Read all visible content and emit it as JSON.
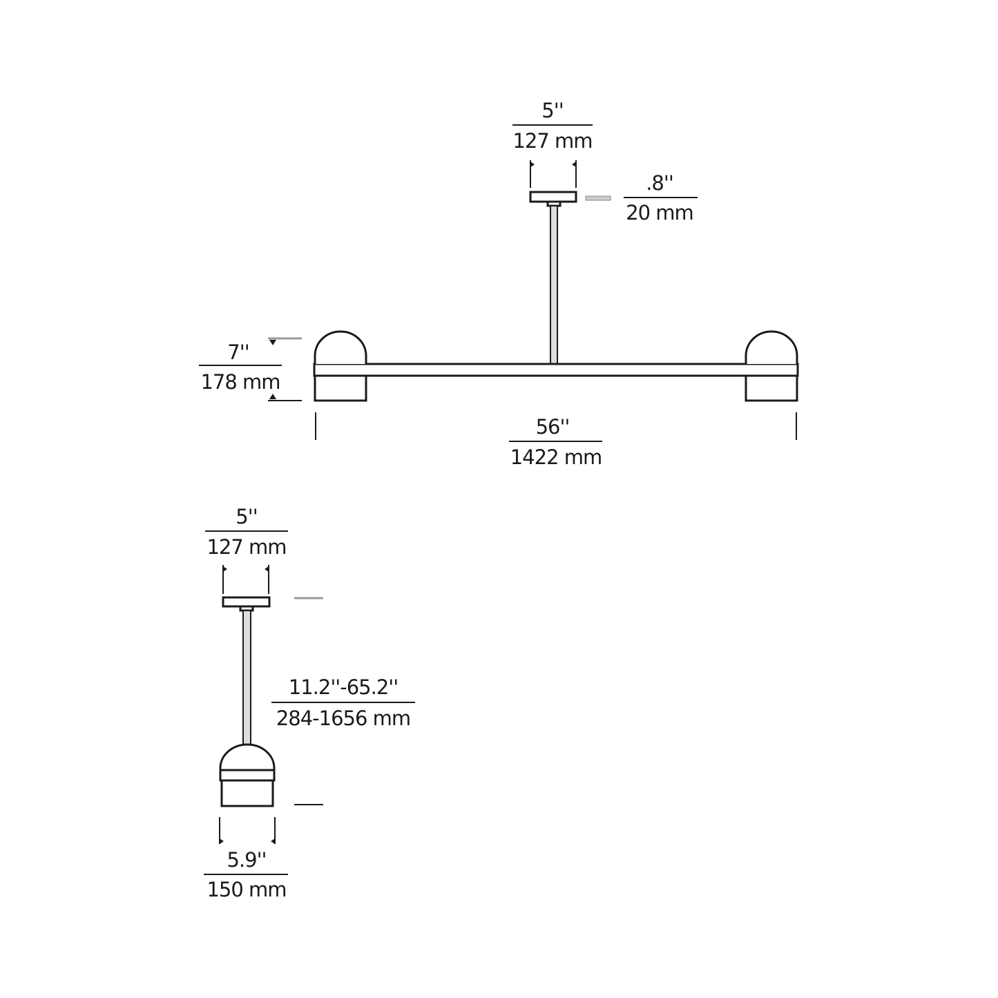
{
  "diagram": {
    "front_view": {
      "canopy_width": {
        "inches": "5''",
        "mm": "127 mm"
      },
      "canopy_height": {
        "inches": ".8''",
        "mm": "20 mm"
      },
      "shade_height": {
        "inches": "7''",
        "mm": "178 mm"
      },
      "overall_width": {
        "inches": "56''",
        "mm": "1422 mm"
      }
    },
    "side_view": {
      "canopy_width": {
        "inches": "5''",
        "mm": "127 mm"
      },
      "overall_height": {
        "inches": "11.2''-65.2''",
        "mm": "284-1656 mm"
      },
      "shade_width": {
        "inches": "5.9''",
        "mm": "150 mm"
      }
    },
    "line_color": "#1a1a1a"
  }
}
